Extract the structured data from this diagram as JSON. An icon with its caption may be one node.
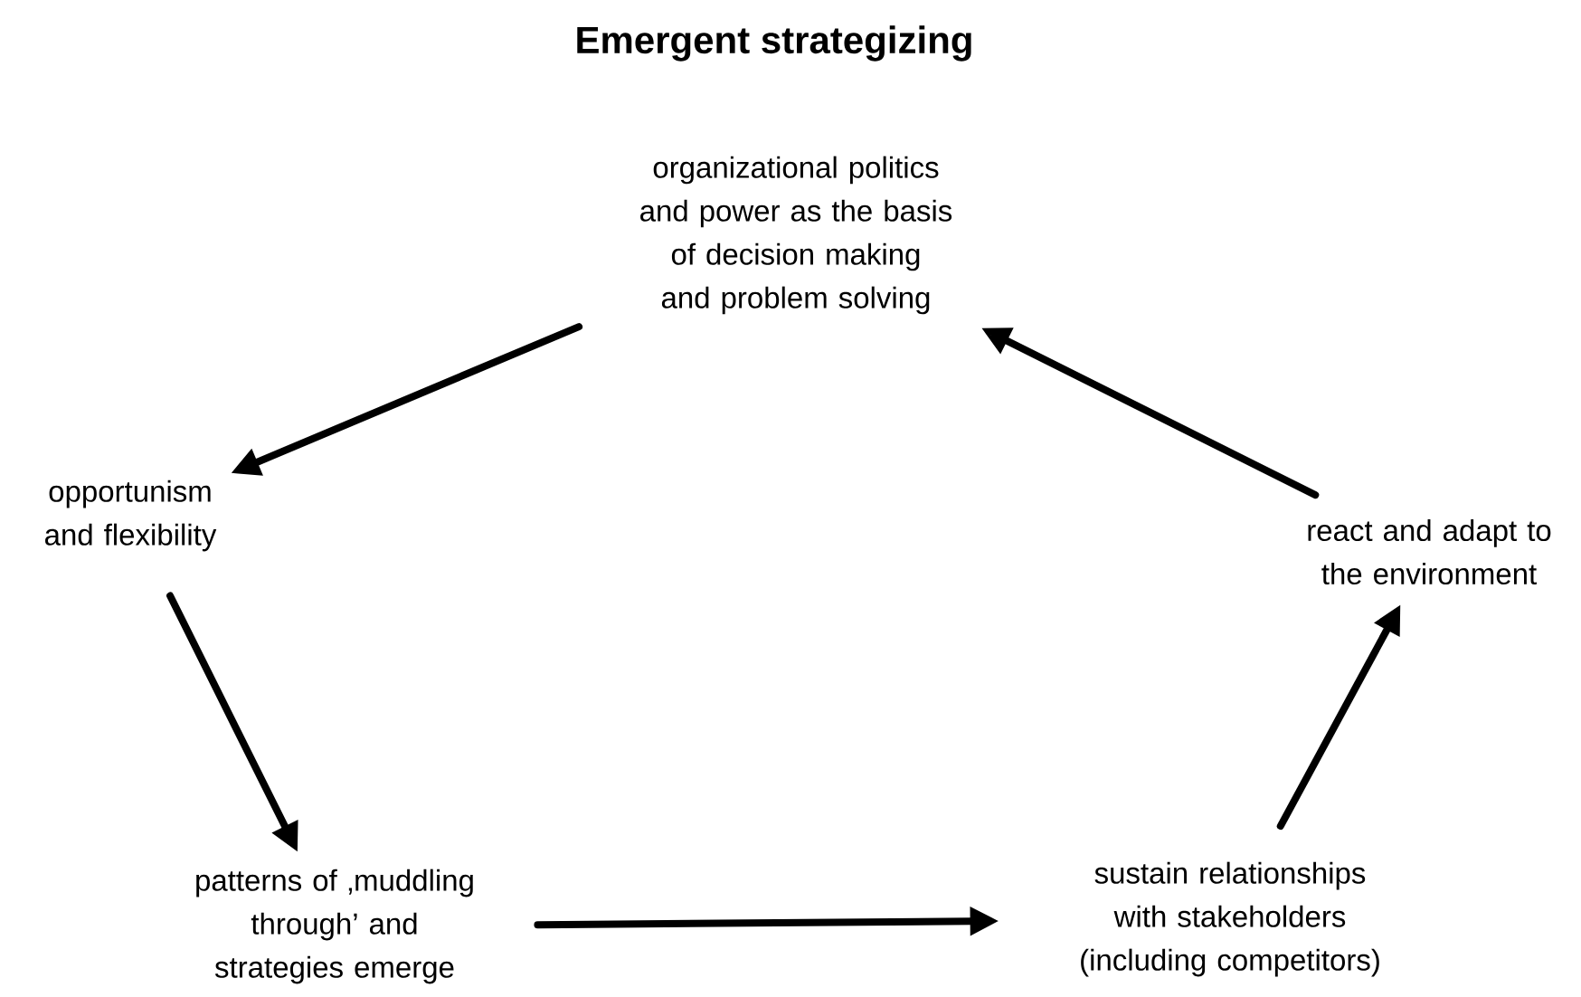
{
  "diagram": {
    "title": "Emergent strategizing",
    "nodes": [
      {
        "text": [
          "organizational politics and power as the basis of decision making and problem solving"
        ]
      },
      {
        "text": [
          "opportunism and flexibility"
        ]
      },
      {
        "text": [
          "patterns of ‚muddling through’ and strategies emerge"
        ]
      },
      {
        "text": [
          "sustain relationships with stakeholders (including competitors)"
        ]
      },
      {
        "text": [
          "react and adapt to the environment"
        ]
      }
    ],
    "edges": [
      {
        "from": 0,
        "to": 1,
        "arrow": "to"
      },
      {
        "from": 1,
        "to": 2,
        "arrow": "to"
      },
      {
        "from": 2,
        "to": 3,
        "arrow": "to"
      },
      {
        "from": 3,
        "to": 4,
        "arrow": "to"
      },
      {
        "from": 4,
        "to": 0,
        "arrow": "to"
      }
    ]
  }
}
